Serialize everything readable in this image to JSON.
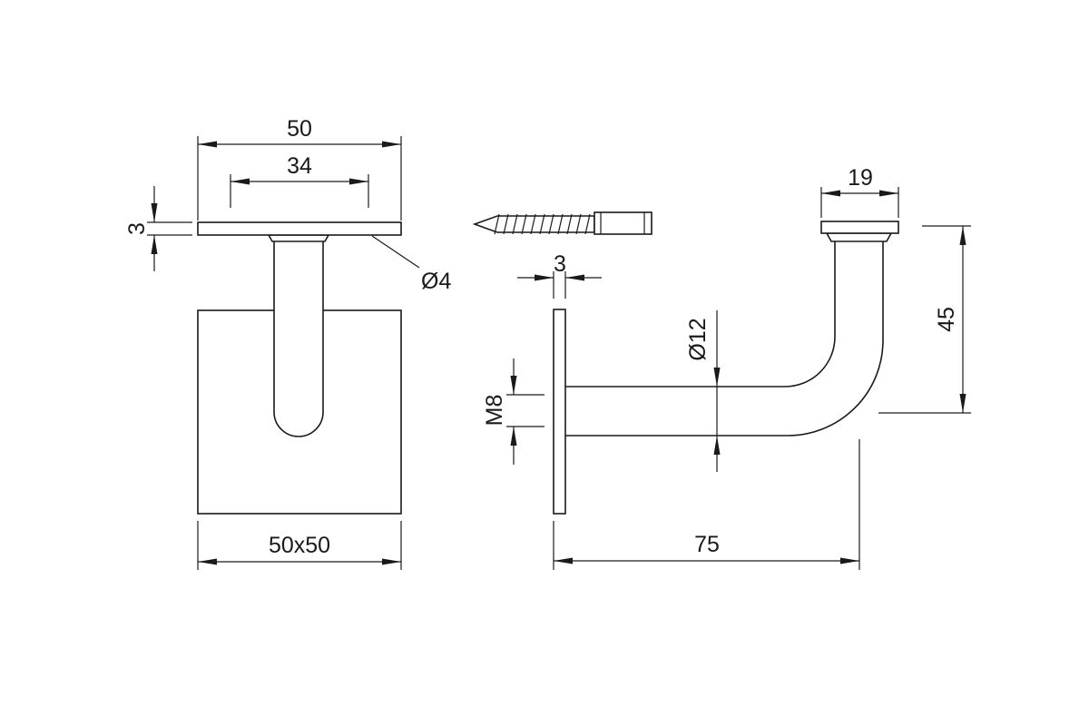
{
  "drawing": {
    "front_view": {
      "dim_width": "50",
      "dim_hole_spacing": "34",
      "dim_plate_thickness": "3",
      "dim_hole_diameter": "Ø4",
      "dim_base": "50x50"
    },
    "side_view": {
      "dim_saddle_width": "19",
      "dim_flange_thickness": "3",
      "dim_tube_diameter": "Ø12",
      "dim_thread": "M8",
      "dim_height": "45",
      "dim_projection": "75"
    }
  }
}
